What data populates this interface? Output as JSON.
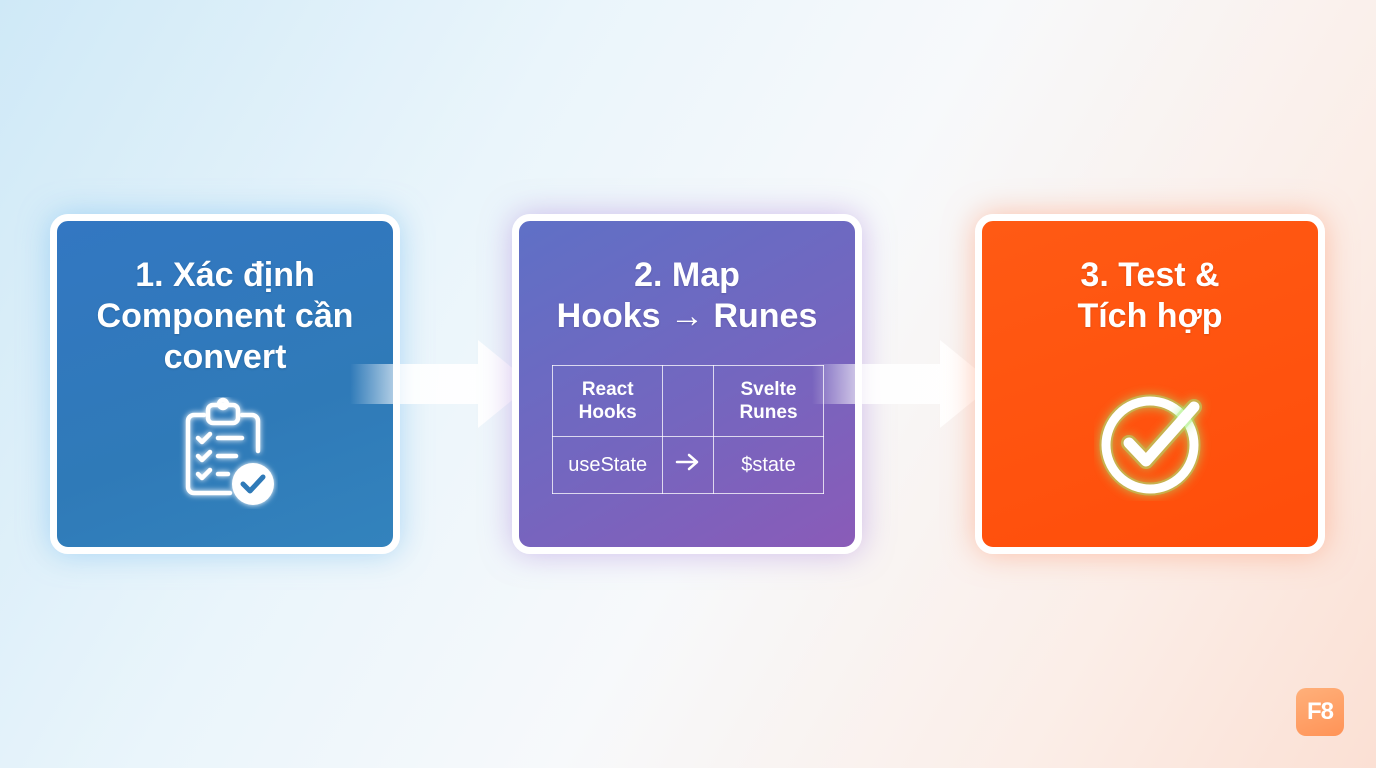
{
  "steps": [
    {
      "title": "1. Xác định\nComponent cần\nconvert",
      "icon": "clipboard-check-icon",
      "color": "#2f7ab8"
    },
    {
      "title": "2. Map\nHooks → Runes",
      "color": "#7466bf",
      "mapping_table": {
        "headers": [
          "React\nHooks",
          "",
          "Svelte\nRunes"
        ],
        "rows": [
          {
            "react": "useState",
            "arrow_icon": "arrow-right-icon",
            "svelte": "$state"
          }
        ]
      }
    },
    {
      "title": "3. Test &\nTích hợp",
      "icon": "check-circle-icon",
      "color": "#ff4d0a"
    }
  ],
  "connectors": [
    "arrow-right-icon",
    "arrow-right-icon"
  ],
  "logo": {
    "text": "F8",
    "color": "#ff9a5e"
  }
}
